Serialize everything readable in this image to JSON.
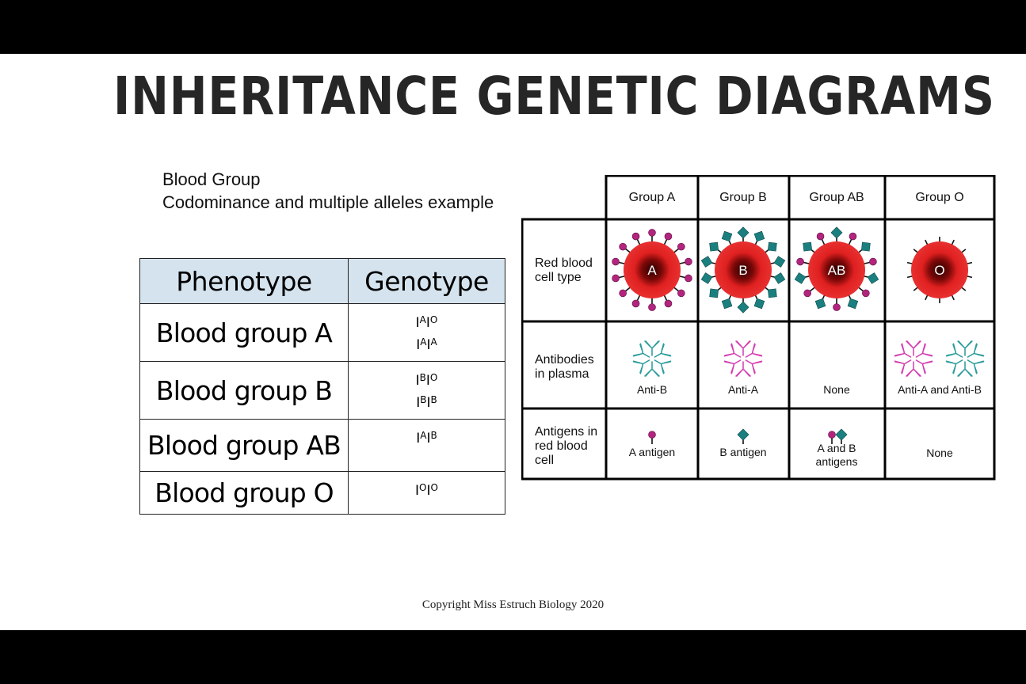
{
  "slide": {
    "title": "INHERITANCE GENETIC DIAGRAMS",
    "subtitle_line1": "Blood Group",
    "subtitle_line2": "Codominance and multiple alleles example",
    "footer": "Copyright Miss Estruch Biology 2020"
  },
  "genotype_table": {
    "headers": [
      "Phenotype",
      "Genotype"
    ],
    "rows": [
      {
        "phenotype": "Blood group A",
        "genotypes": [
          [
            "A",
            "O"
          ],
          [
            "A",
            "A"
          ]
        ]
      },
      {
        "phenotype": "Blood group B",
        "genotypes": [
          [
            "B",
            "O"
          ],
          [
            "B",
            "B"
          ]
        ]
      },
      {
        "phenotype": "Blood group AB",
        "genotypes": [
          [
            "A",
            "B"
          ]
        ]
      },
      {
        "phenotype": "Blood group O",
        "genotypes": [
          [
            "O",
            "O"
          ]
        ]
      }
    ]
  },
  "blood_diagram": {
    "columns": [
      "Group A",
      "Group B",
      "Group AB",
      "Group O"
    ],
    "row_labels": {
      "cell_type": [
        "Red blood",
        "cell type"
      ],
      "antibodies": [
        "Antibodies",
        "in plasma"
      ],
      "antigens": [
        "Antigens in",
        "red blood",
        "cell"
      ]
    },
    "cell_letters": [
      "A",
      "B",
      "AB",
      "O"
    ],
    "antibody_labels": [
      "Anti-B",
      "Anti-A",
      "None",
      "Anti-A and Anti-B"
    ],
    "antigen_labels": [
      "A antigen",
      "B antigen",
      [
        "A and B",
        "antigens"
      ],
      "None"
    ],
    "colors": {
      "cell_red": "#e02020",
      "cell_dark": "#2a0000",
      "antigen_a": "#b3247e",
      "antigen_b": "#1b7f7f",
      "antibody_a": "#d43bb0",
      "antibody_b": "#2a9a9a"
    }
  }
}
